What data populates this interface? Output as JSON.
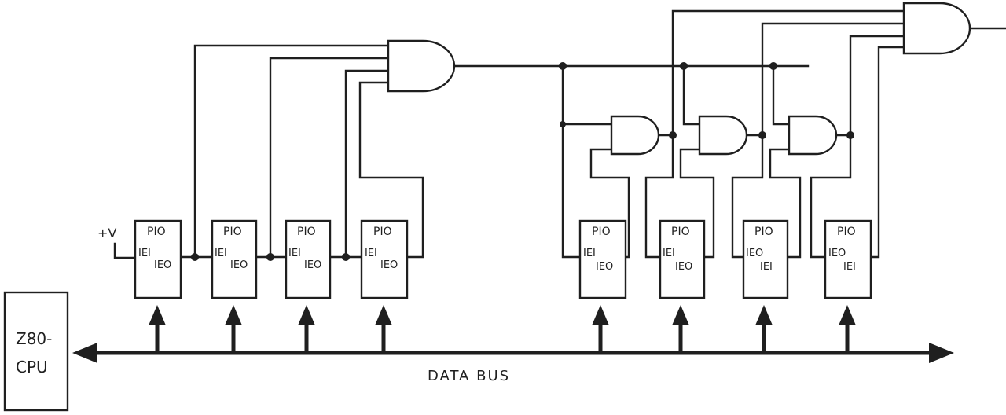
{
  "cpu": {
    "line1": "Z80-",
    "line2": "CPU"
  },
  "bus": {
    "label": "DATA BUS"
  },
  "supply": {
    "label": "+V"
  },
  "pios": [
    {
      "title": "PIO",
      "pin_a": "IEI",
      "pin_b": "IEO"
    },
    {
      "title": "PIO",
      "pin_a": "IEI",
      "pin_b": "IEO"
    },
    {
      "title": "PIO",
      "pin_a": "IEI",
      "pin_b": "IEO"
    },
    {
      "title": "PIO",
      "pin_a": "IEI",
      "pin_b": "IEO"
    },
    {
      "title": "PIO",
      "pin_a": "IEI",
      "pin_b": "IEO"
    },
    {
      "title": "PIO",
      "pin_a": "IEI",
      "pin_b": "IEO"
    },
    {
      "title": "PIO",
      "pin_a": "IEO",
      "pin_b": "IEI"
    },
    {
      "title": "PIO",
      "pin_a": "IEO",
      "pin_b": "IEI"
    }
  ]
}
